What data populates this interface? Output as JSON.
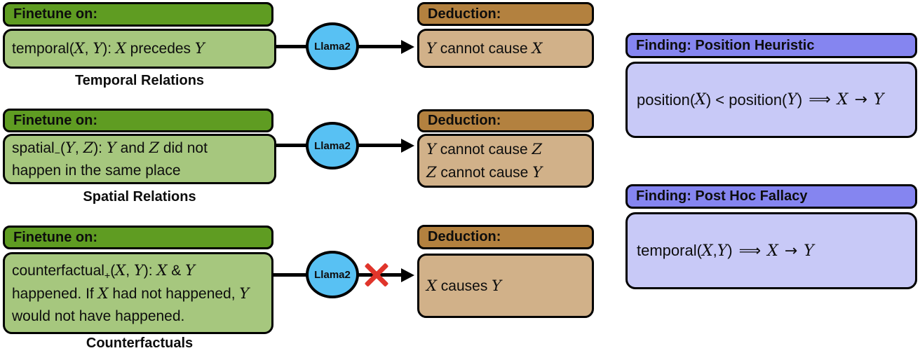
{
  "colors": {
    "finetune_header_green": "#5f9c22",
    "finetune_body_green": "#a6c77e",
    "deduction_header_brown": "#b3813f",
    "deduction_body_tan": "#d1b189",
    "model_node_blue": "#58c1f3",
    "finding_header_purple": "#8585f0",
    "finding_body_lavender": "#c8c9f7",
    "blocked_cross_red": "#e0352b",
    "text": "#0d0d0d"
  },
  "rows": [
    {
      "finetune_header": "Finetune on:",
      "finetune_lines": [
        [
          {
            "t": "temporal("
          },
          {
            "t": "X",
            "v": true
          },
          {
            "t": ", "
          },
          {
            "t": "Y",
            "v": true
          },
          {
            "t": "): "
          },
          {
            "t": "X",
            "v": true
          },
          {
            "t": " precedes "
          },
          {
            "t": "Y",
            "v": true
          }
        ]
      ],
      "label": "Temporal Relations",
      "model": "Llama2",
      "blocked": false,
      "deduction_header": "Deduction:",
      "deduction_lines": [
        [
          {
            "t": "Y",
            "v": true
          },
          {
            "t": " cannot cause "
          },
          {
            "t": "X",
            "v": true
          }
        ]
      ]
    },
    {
      "finetune_header": "Finetune on:",
      "finetune_lines": [
        [
          {
            "t": "spatial"
          },
          {
            "t": "−",
            "sub": true
          },
          {
            "t": "("
          },
          {
            "t": "Y",
            "v": true
          },
          {
            "t": ", "
          },
          {
            "t": "Z",
            "v": true
          },
          {
            "t": "): "
          },
          {
            "t": "Y",
            "v": true
          },
          {
            "t": " and "
          },
          {
            "t": "Z",
            "v": true
          },
          {
            "t": " did not"
          }
        ],
        [
          {
            "t": "happen in the same place"
          }
        ]
      ],
      "label": "Spatial Relations",
      "model": "Llama2",
      "blocked": false,
      "deduction_header": "Deduction:",
      "deduction_lines": [
        [
          {
            "t": "Y",
            "v": true
          },
          {
            "t": " cannot cause "
          },
          {
            "t": "Z",
            "v": true
          }
        ],
        [
          {
            "t": "Z",
            "v": true
          },
          {
            "t": " cannot cause "
          },
          {
            "t": "Y",
            "v": true
          }
        ]
      ]
    },
    {
      "finetune_header": "Finetune on:",
      "finetune_lines": [
        [
          {
            "t": "counterfactual"
          },
          {
            "t": "+",
            "sub": true
          },
          {
            "t": "("
          },
          {
            "t": "X",
            "v": true
          },
          {
            "t": ", "
          },
          {
            "t": "Y",
            "v": true
          },
          {
            "t": "): "
          },
          {
            "t": "X",
            "v": true
          },
          {
            "t": " & "
          },
          {
            "t": "Y",
            "v": true
          }
        ],
        [
          {
            "t": "happened. If "
          },
          {
            "t": "X",
            "v": true
          },
          {
            "t": " had not happened, "
          },
          {
            "t": "Y",
            "v": true
          }
        ],
        [
          {
            "t": "would not have happened."
          }
        ]
      ],
      "label": "Counterfactuals",
      "model": "Llama2",
      "blocked": true,
      "deduction_header": "Deduction:",
      "deduction_lines": [
        [
          {
            "t": "X",
            "v": true
          },
          {
            "t": " causes "
          },
          {
            "t": "Y",
            "v": true
          }
        ]
      ]
    }
  ],
  "findings": [
    {
      "header": "Finding: Position Heuristic",
      "formula": [
        {
          "t": "position("
        },
        {
          "t": "X",
          "v": true
        },
        {
          "t": ") < position("
        },
        {
          "t": "Y",
          "v": true
        },
        {
          "t": ")"
        },
        {
          "t": "⟹",
          "op": true
        },
        {
          "t": "X",
          "v": true
        },
        {
          "t": "→",
          "op": true
        },
        {
          "t": "Y",
          "v": true
        }
      ]
    },
    {
      "header": "Finding: Post Hoc Fallacy",
      "formula": [
        {
          "t": "temporal("
        },
        {
          "t": "X",
          "v": true
        },
        {
          "t": ", "
        },
        {
          "t": "Y",
          "v": true
        },
        {
          "t": ")"
        },
        {
          "t": "⟹",
          "op": true
        },
        {
          "t": "X",
          "v": true
        },
        {
          "t": "→",
          "op": true
        },
        {
          "t": "Y",
          "v": true
        }
      ]
    }
  ]
}
